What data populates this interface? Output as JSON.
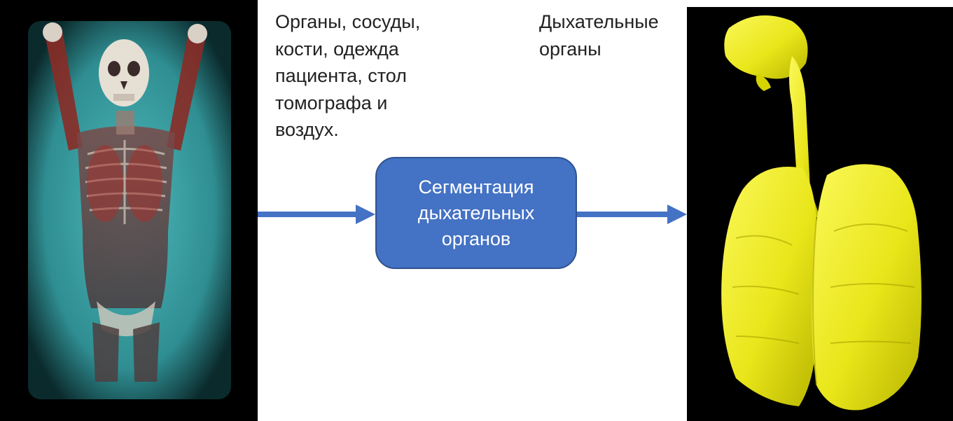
{
  "input": {
    "image_label": "ct-volume-render-full-body",
    "caption": "Органы, сосуды,\nкости, одежда\nпациента, стол\nтомографа и\nвоздух."
  },
  "process": {
    "label": "Сегментация\nдыхательных\nорганов"
  },
  "output": {
    "image_label": "segmented-respiratory-organs-3d",
    "caption": "Дыхательные\nорганы"
  },
  "colors": {
    "arrow": "#4472c4",
    "process_fill": "#4472c4",
    "process_border": "#2f528f",
    "panel_bg": "#000000",
    "ct_tint": "#3aa6a8",
    "lung_yellow": "#f0ee1e"
  },
  "icons": {
    "arrow_in": "arrow-right-icon",
    "arrow_out": "arrow-right-icon"
  }
}
